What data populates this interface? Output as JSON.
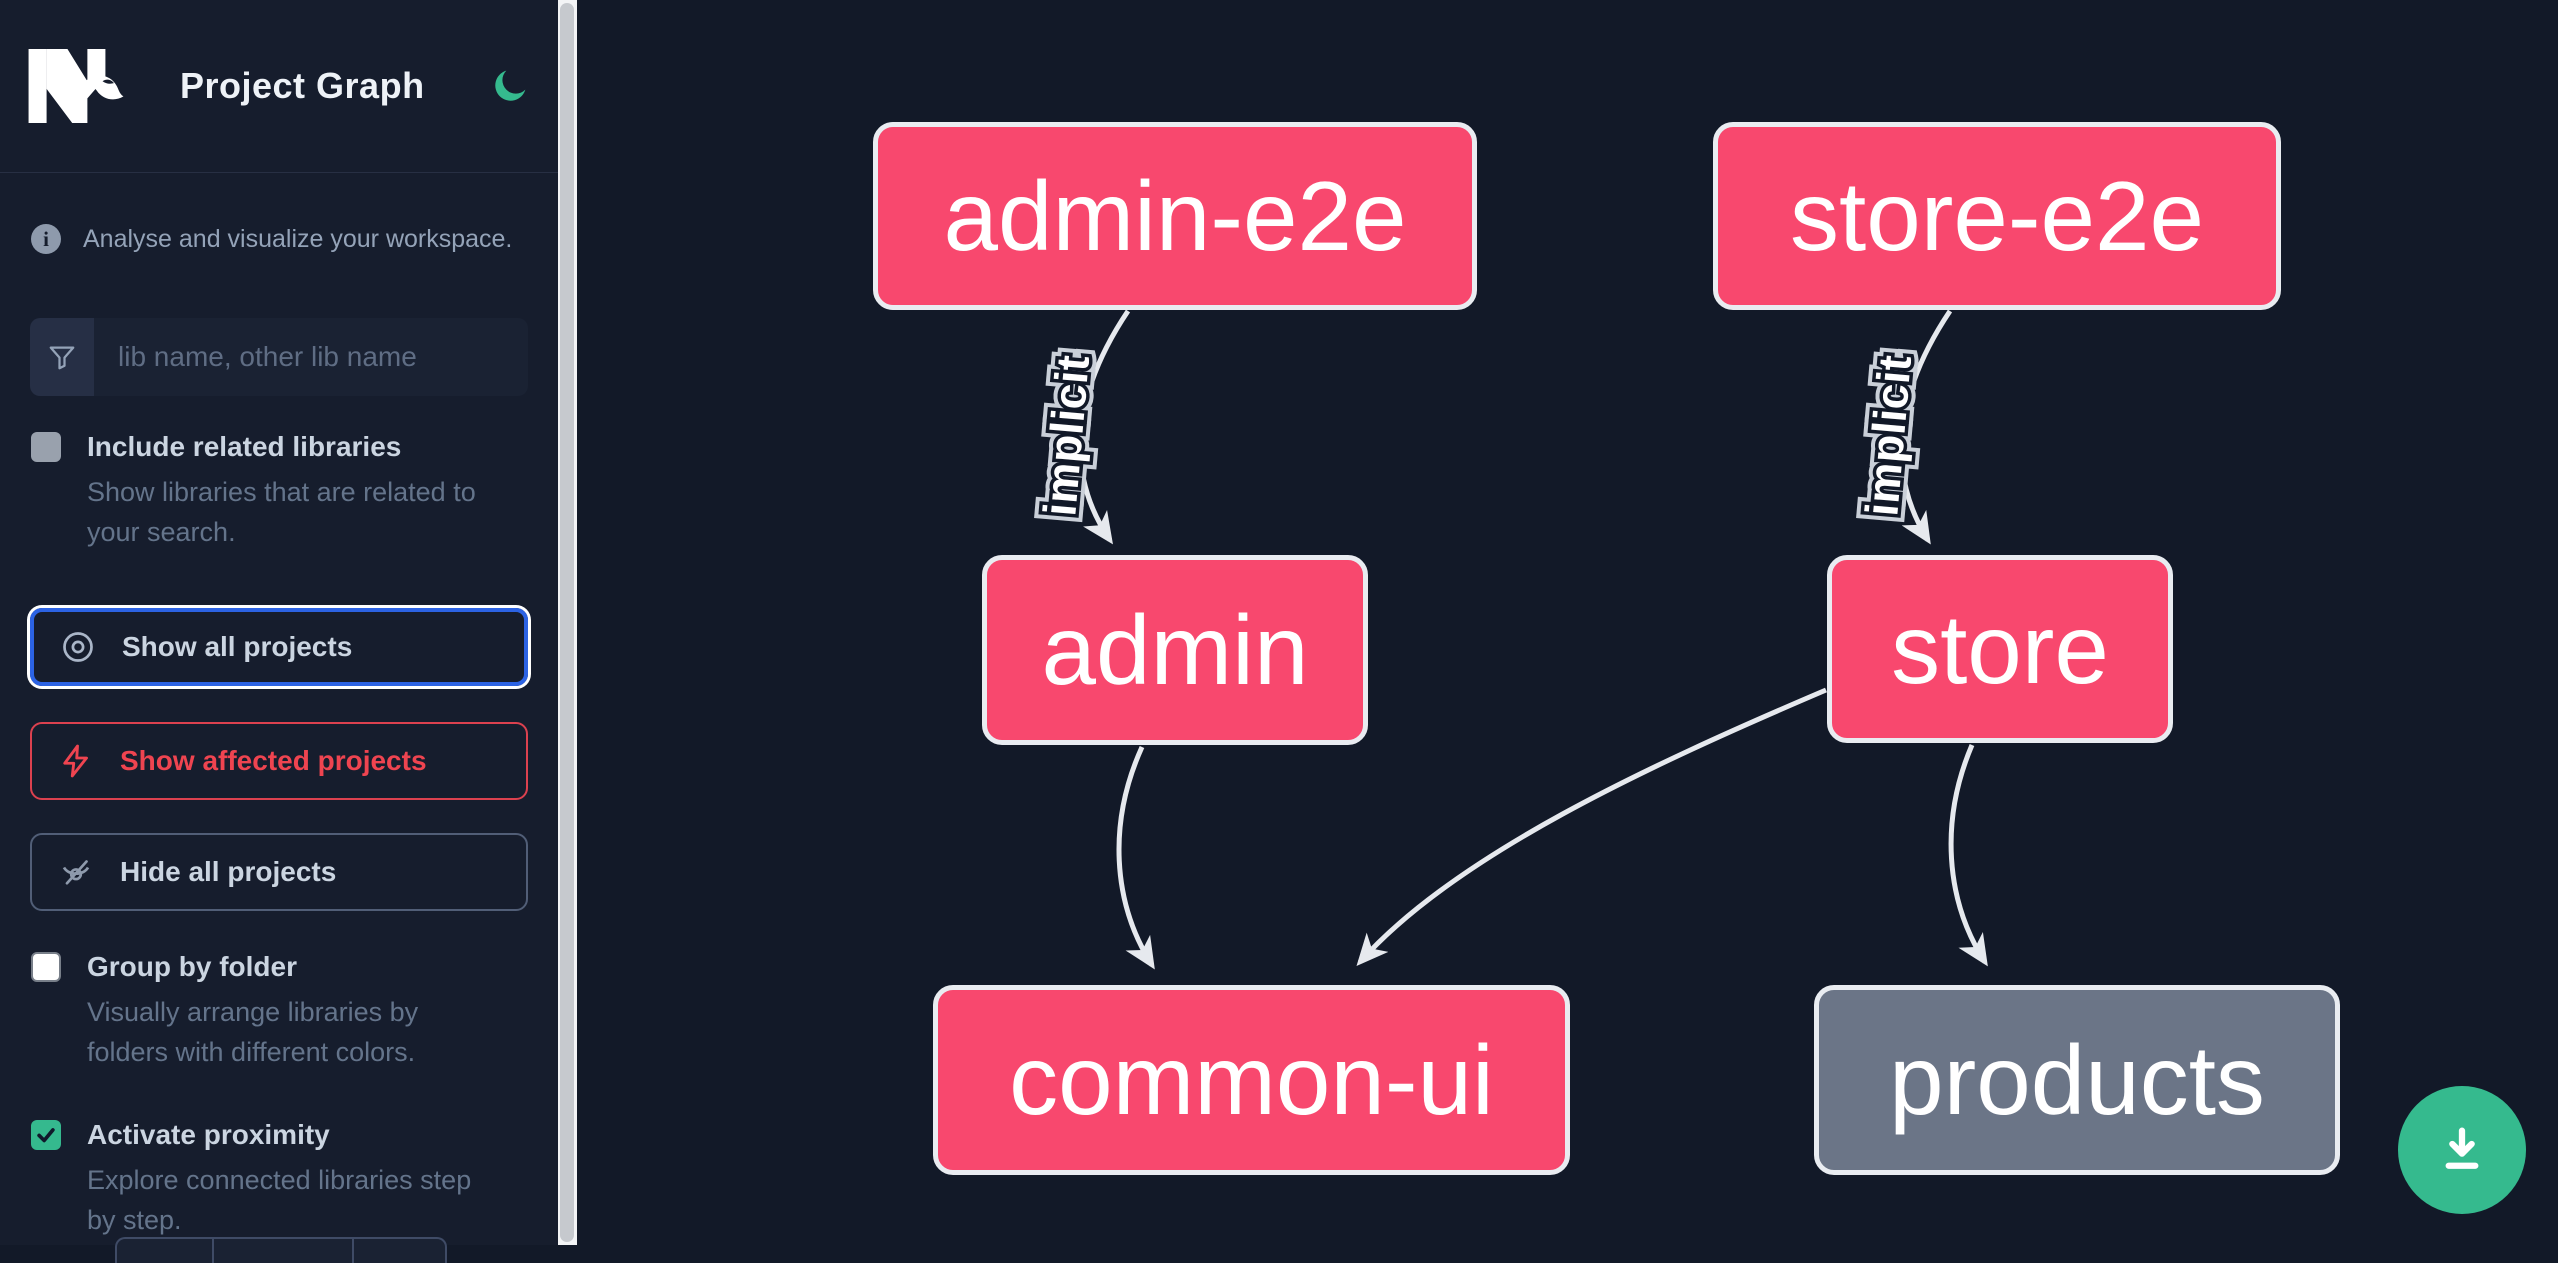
{
  "app": {
    "title": "Project Graph"
  },
  "sidebar": {
    "tagline": "Analyse and visualize your workspace.",
    "search_placeholder": "lib name, other lib name",
    "search_value": "",
    "include_related": {
      "label": "Include related libraries",
      "desc": "Show libraries that are related to\nyour search.",
      "checked": false
    },
    "buttons": {
      "show_all": "Show all projects",
      "show_affected": "Show affected projects",
      "hide_all": "Hide all projects"
    },
    "group_folder": {
      "label": "Group by folder",
      "desc": "Visually arrange libraries by\nfolders with different colors.",
      "checked": false
    },
    "proximity": {
      "label": "Activate proximity",
      "desc": "Explore connected libraries step\nby step.",
      "checked": true
    }
  },
  "graph": {
    "nodes": [
      {
        "id": "admin-e2e",
        "color": "#f8486e"
      },
      {
        "id": "store-e2e",
        "color": "#f8486e"
      },
      {
        "id": "admin",
        "color": "#f8486e"
      },
      {
        "id": "store",
        "color": "#f8486e"
      },
      {
        "id": "common-ui",
        "color": "#f8486e"
      },
      {
        "id": "products",
        "color": "#6b7587"
      }
    ],
    "edges": [
      {
        "from": "admin-e2e",
        "to": "admin",
        "label": "implicit"
      },
      {
        "from": "store-e2e",
        "to": "store",
        "label": "implicit"
      },
      {
        "from": "admin",
        "to": "common-ui",
        "label": ""
      },
      {
        "from": "store",
        "to": "common-ui",
        "label": ""
      },
      {
        "from": "store",
        "to": "products",
        "label": ""
      }
    ],
    "edge_color": "#e6e9ee",
    "node_border_color": "#e9ecf1"
  },
  "colors": {
    "accent_green": "#35ba8e",
    "focus_blue": "#2c63e4",
    "affected_red": "#ef4450",
    "sidebar_bg": "#161d2d",
    "canvas_bg": "#121928"
  }
}
